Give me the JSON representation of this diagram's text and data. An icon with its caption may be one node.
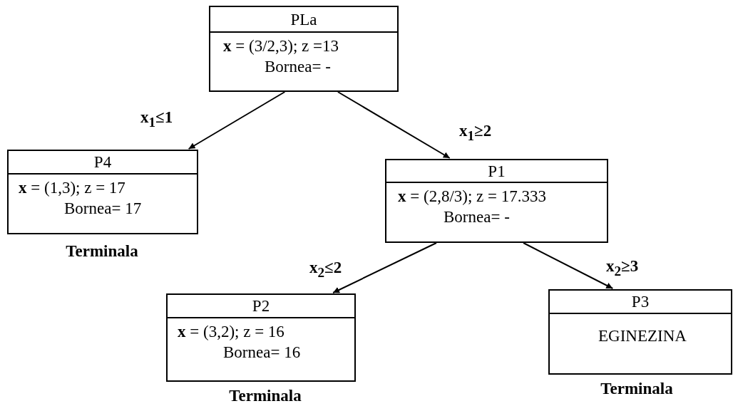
{
  "diagram": {
    "nodes": [
      {
        "text": [
          "PLa",
          "**x** = (3/2,3); z =13",
          "Bornea= -"
        ]
      },
      {
        "text": [
          "P4",
          "**x** = (1,3); z = 17",
          "Bornea= 17"
        ],
        "beside": [
          "Terminala"
        ]
      },
      {
        "text": [
          "P1",
          "**x** = (2,8/3); z = 17.333",
          "Bornea= -"
        ]
      },
      {
        "text": [
          "P2",
          "**x** = (3,2); z = 16",
          "Bornea= 16"
        ],
        "beside": [
          "Terminala"
        ]
      },
      {
        "text": [
          "P3",
          "EGINEZINA"
        ],
        "beside": [
          "Terminala"
        ]
      }
    ],
    "edges": [
      {
        "from": 0,
        "to": 1,
        "arrow": "to",
        "label": "x$_{1}$≤1"
      },
      {
        "from": 0,
        "to": 2,
        "arrow": "to",
        "label": "x$_{1}$≥2"
      },
      {
        "from": 2,
        "to": 3,
        "arrow": "to",
        "label": "x$_{2}$≤2"
      },
      {
        "from": 2,
        "to": 4,
        "arrow": "to",
        "label": "x$_{2}$≥3"
      }
    ]
  }
}
